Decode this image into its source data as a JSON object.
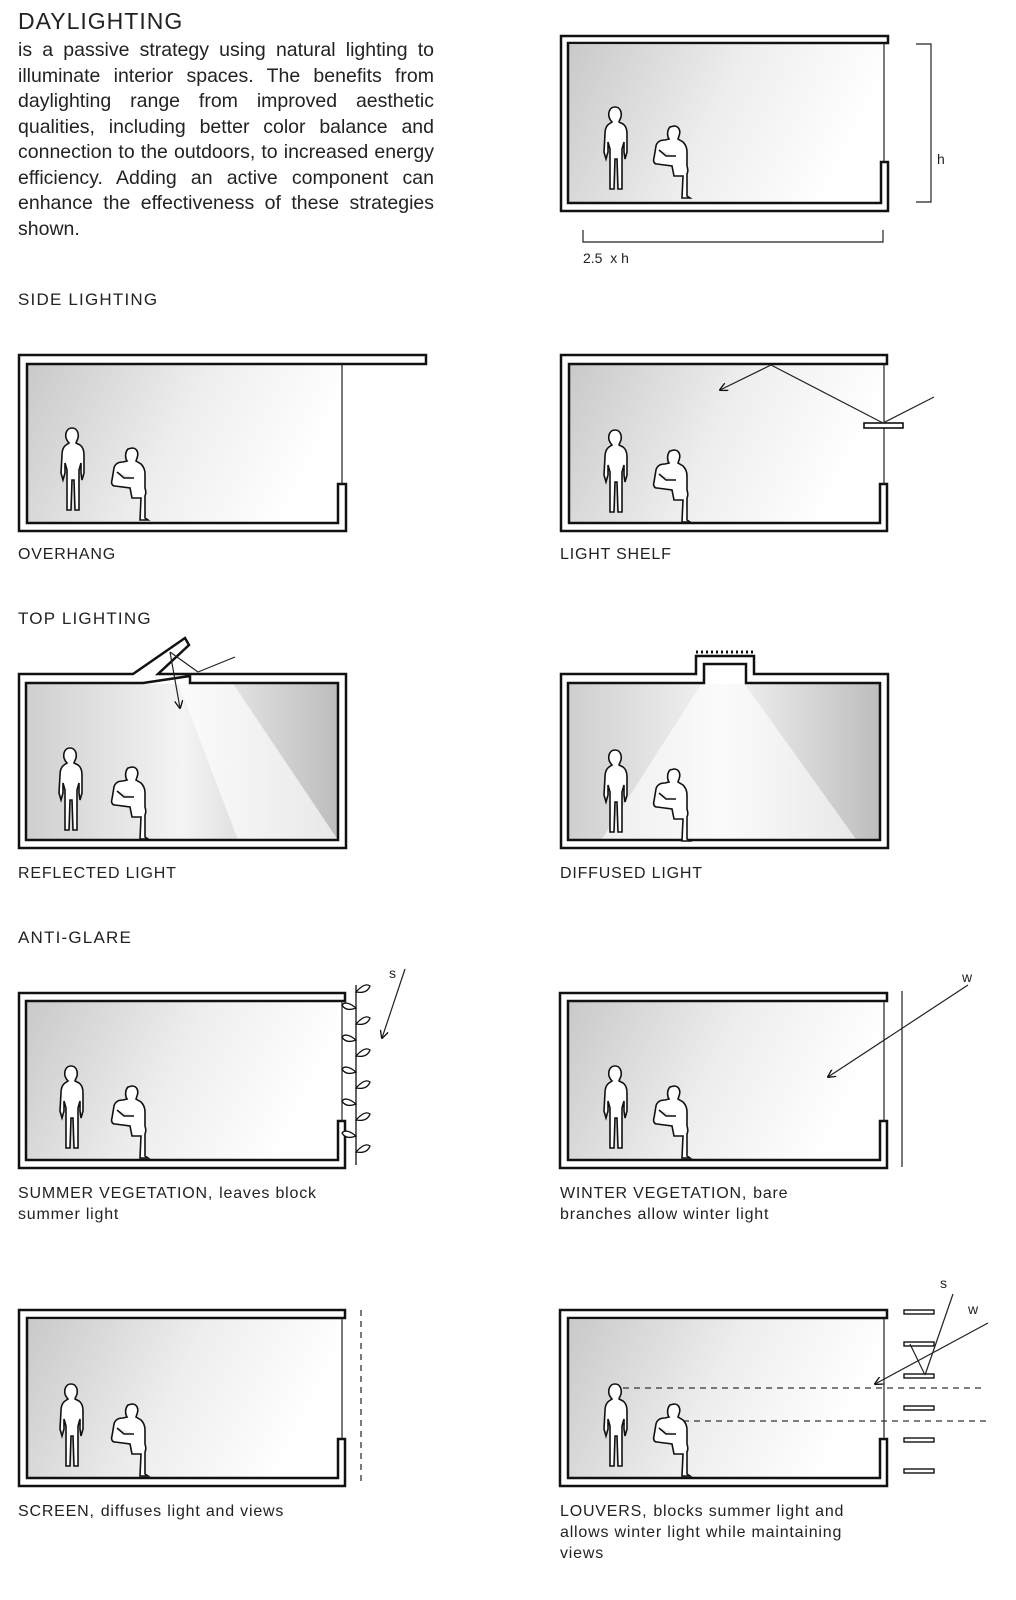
{
  "header": {
    "title": "DAYLIGHTING",
    "intro": "is a passive strategy using natural lighting to illuminate interior spaces. The benefits from daylighting range from improved aesthetic qualities, including better color balance and connection to the outdoors, to increased energy efficiency. Adding an active component can enhance the effectiveness of these strategies shown."
  },
  "dimensions": {
    "height_label": "h",
    "depth_label": "2.5  x h"
  },
  "sections": {
    "side_lighting": "SIDE LIGHTING",
    "top_lighting": "TOP LIGHTING",
    "anti_glare": "ANTI-GLARE"
  },
  "captions": {
    "overhang": "OVERHANG",
    "light_shelf": "LIGHT SHELF",
    "reflected_light": "REFLECTED LIGHT",
    "diffused_light": "DIFFUSED LIGHT",
    "summer_vegetation": {
      "name": "SUMMER VEGETATION,",
      "desc": "leaves block summer light"
    },
    "winter_vegetation": {
      "name": "WINTER VEGETATION,",
      "desc": "bare branches allow winter light"
    },
    "screen": {
      "name": "SCREEN,",
      "desc": "diffuses light and views"
    },
    "louvers": {
      "name": "LOUVERS,",
      "desc": "blocks summer light and allows winter light while maintaining views"
    }
  },
  "sun_labels": {
    "summer": "s",
    "winter": "w"
  },
  "colors": {
    "line": "#111111",
    "shade_dark": "#c8c8c8",
    "shade_light": "#ffffff"
  }
}
